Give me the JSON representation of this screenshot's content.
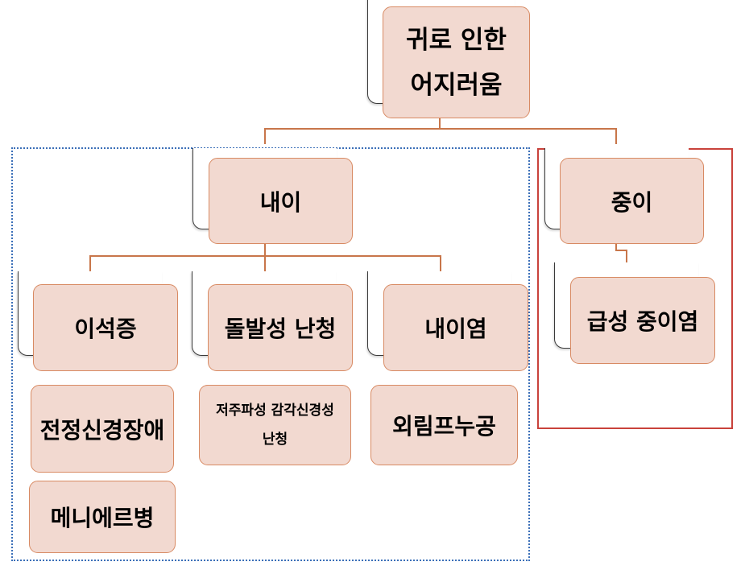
{
  "root": {
    "line1": "귀로 인한",
    "line2": "어지러움"
  },
  "level1": [
    {
      "label": "내이"
    },
    {
      "label": "중이"
    }
  ],
  "inner_ear": [
    {
      "label": "이석증"
    },
    {
      "label": "돌발성 난청"
    },
    {
      "label": "내이염"
    }
  ],
  "inner_ear_details": {
    "otolith": [
      "전정신경장애",
      "메니에르병"
    ],
    "sudden_hearing_loss": {
      "line1": "저주파성 감각신경성",
      "line2": "난청"
    },
    "labyrinthitis": [
      "외림프누공"
    ]
  },
  "middle_ear": [
    {
      "label": "급성 중이염"
    }
  ],
  "colors": {
    "box_fill": "#f2d9d0",
    "box_border": "#d88a63",
    "connector": "#c8764a",
    "blue_frame": "#3b6fb8",
    "red_frame": "#c9423b"
  }
}
